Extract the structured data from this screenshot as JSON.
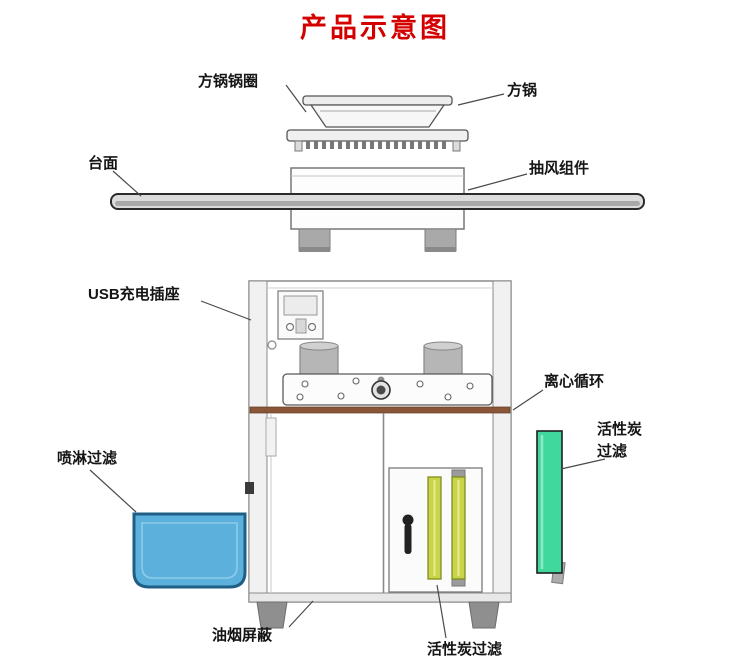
{
  "title": "产品示意图",
  "labels": {
    "pot_ring": "方锅锅圈",
    "pot": "方锅",
    "countertop": "台面",
    "exhaust_module": "抽风组件",
    "usb_socket": "USB充电插座",
    "centrifugal_cycle": "离心循环",
    "carbon_filter_line1": "活性炭",
    "carbon_filter_line2": "过滤",
    "spray_filter": "喷淋过滤",
    "fume_shield": "油烟屏蔽",
    "carbon_filter_bottom": "活性炭过滤"
  },
  "colors": {
    "title_red": "#d40000",
    "label_text": "#151515",
    "spray_tank_blue": "#5cb0dc",
    "carbon_panel_green": "#41d89e",
    "carbon_strip_yellow": "#c9d44b",
    "divider_brown": "#8a5637"
  }
}
